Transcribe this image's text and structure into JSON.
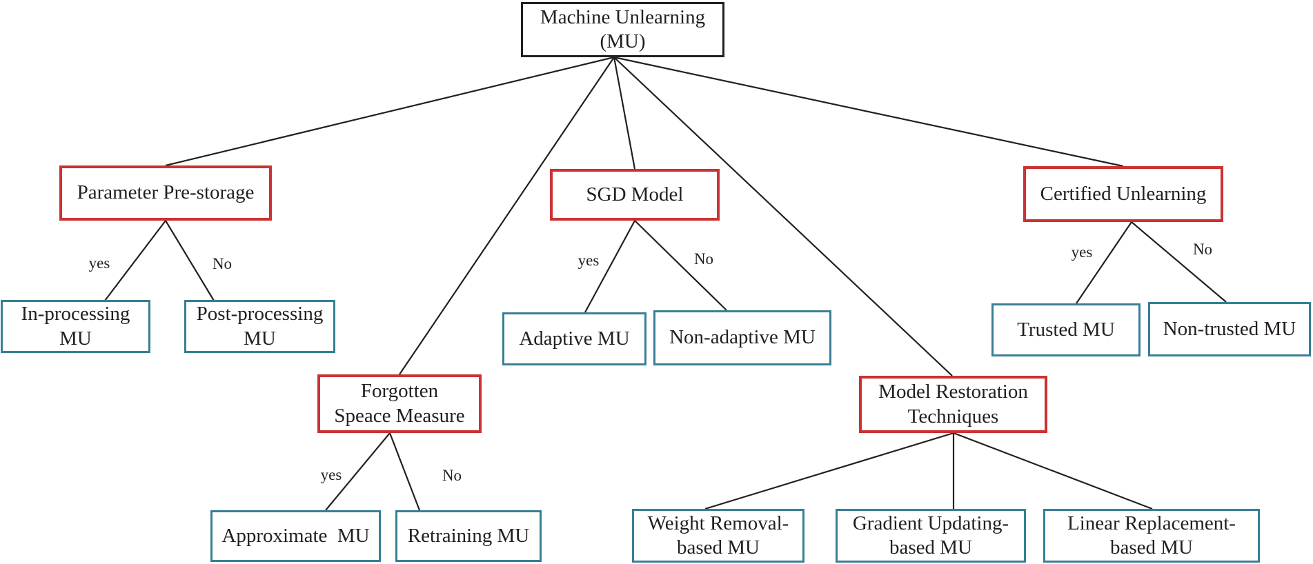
{
  "diagram_title": "Machine Unlearning taxonomy tree",
  "colors": {
    "root_border": "#231f20",
    "category_border": "#cb3232",
    "leaf_border": "#377f96",
    "line": "#231f20",
    "text": "#231f20",
    "background": "#ffffff"
  },
  "nodes": {
    "root": {
      "label": "Machine Unlearning\n(MU)"
    },
    "parameter_pre_storage": {
      "label": "Parameter Pre-storage"
    },
    "sgd_model": {
      "label": "SGD Model"
    },
    "certified_unlearning": {
      "label": "Certified Unlearning"
    },
    "forgotten_speace_measure": {
      "label": "Forgotten\nSpeace Measure"
    },
    "model_restoration_techniques": {
      "label": "Model Restoration\nTechniques"
    },
    "in_processing_mu": {
      "label": "In-processing\nMU"
    },
    "post_processing_mu": {
      "label": "Post-processing\nMU"
    },
    "adaptive_mu": {
      "label": "Adaptive MU"
    },
    "non_adaptive_mu": {
      "label": "Non-adaptive MU"
    },
    "trusted_mu": {
      "label": "Trusted MU"
    },
    "non_trusted_mu": {
      "label": "Non-trusted MU"
    },
    "approximate_mu": {
      "label": "Approximate  MU"
    },
    "retraining_mu": {
      "label": "Retraining MU"
    },
    "weight_removal_mu": {
      "label": "Weight Removal-\nbased MU"
    },
    "gradient_updating_mu": {
      "label": "Gradient Updating-\nbased MU"
    },
    "linear_replacement_mu": {
      "label": "Linear Replacement-\nbased MU"
    }
  },
  "edge_labels": {
    "parameter_yes": "yes",
    "parameter_no": "No",
    "sgd_yes": "yes",
    "sgd_no": "No",
    "certified_yes": "yes",
    "certified_no": "No",
    "forgotten_yes": "yes",
    "forgotten_no": "No"
  }
}
